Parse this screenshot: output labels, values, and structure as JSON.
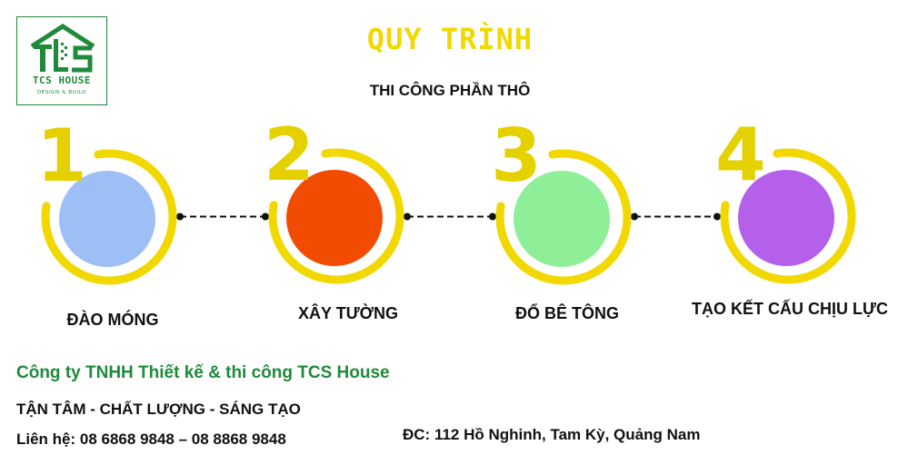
{
  "logo": {
    "name": "TCS HOUSE",
    "tagline": "DESIGN & BUILD",
    "color": "#1f8a3a"
  },
  "heading": "QUY TRÌNH",
  "subheading": "THI CÔNG PHẦN THÔ",
  "colors": {
    "ring": "#f1d800",
    "number": "#e5d000",
    "connector": "#111111"
  },
  "steps": [
    {
      "number": "1",
      "label": "ĐÀO MÓNG",
      "color": "#9dbff5"
    },
    {
      "number": "2",
      "label": "XÂY TƯỜNG",
      "color": "#f24c03"
    },
    {
      "number": "3",
      "label": "ĐỔ BÊ TÔNG",
      "color": "#8eef98"
    },
    {
      "number": "4",
      "label": "TẠO KẾT CẤU CHỊU LỰC",
      "color": "#b560ea"
    }
  ],
  "footer": {
    "company": "Công ty TNHH Thiết kế & thi công TCS House",
    "slogan": "TẬN TÂM - CHẤT LƯỢNG - SÁNG TẠO",
    "contact": "Liên hệ: 08 6868 9848 – 08 8868 9848",
    "address": "ĐC: 112 Hồ Nghinh, Tam Kỳ, Quảng Nam"
  }
}
